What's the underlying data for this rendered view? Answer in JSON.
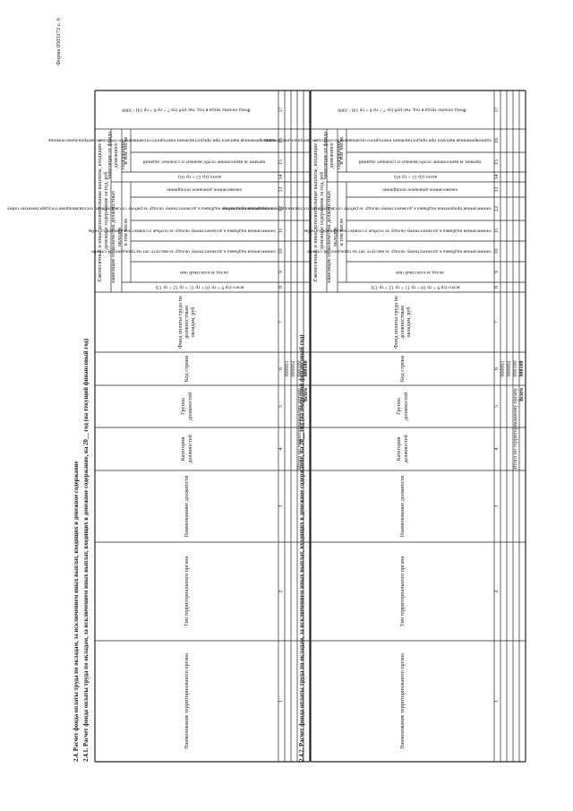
{
  "form_code": "Форма 0503172 с. 6",
  "section_title": "2.4. Расчет фонда оплаты труда по окладам, за исключением иных выплат, входящих в денежное содержание",
  "tables": [
    {
      "title": "2.4.1. Расчет фонда оплаты труда по окладам, за исключением иных выплат, входящих в денежное содержание, на 20__ год (на текущий финансовый год)",
      "headers": {
        "col1": "Наименование территориального органа",
        "col2": "Тип территориального органа",
        "col3": "Наименование должности",
        "col4": "Категория должностей",
        "col5": "Группа должностей",
        "col6": "Код строки",
        "col7": "Фонд оплаты труда по должностным окладам, руб",
        "group_main": "Ежемесячные и иные дополнительные выплаты, входящие в денежное содержание за год, руб",
        "group_sub_a": "зависящие от количества должностных окладов",
        "group_sub_a_total": "всего (гр 9 + гр 10 + гр 11 + гр 12 + гр 13)",
        "in_that_number": "в том числе",
        "col9": "оклад за классный чин",
        "col10": "ежемесячная надбавка к должностному окладу за выслугу лет на гражданской службе",
        "col11": "ежемесячная надбавка к должностному окладу за особые условия гражданской службы",
        "col12": "ежемесячная процентная надбавка к должностному окладу за работу со сведениями, составляющими государственную тайну",
        "col13": "ежемесячное денежное поощрение",
        "group_sub_b": "зависящие от фонда денежного содержания",
        "group_sub_b_total": "всего (гр 15 + гр 16)",
        "col15": "премии за выполнение особо важных и сложных заданий",
        "col16": "единовременная выплата при предоставлении ежегодного оплачиваемого отпуска и материальная помощь",
        "col17": "Фонд оплаты труда в год, тыс руб (гр 7 + гр 8 + гр 14) / 1000"
      },
      "col_numbers": [
        "1",
        "2",
        "3",
        "4",
        "5",
        "6",
        "7",
        "8",
        "9",
        "10",
        "11",
        "12",
        "13",
        "14",
        "15",
        "16",
        "17"
      ],
      "row_codes": [
        "000001",
        "000002"
      ],
      "subtotal_label": "Итого по территориальному органу",
      "subtotal_code": "000100",
      "total_label": "Всего",
      "total_code": "900100"
    },
    {
      "title": "2.4.2. Расчет фонда оплаты труда по окладам, за исключением иных выплат, входящих в денежное содержание, на 20__ год (на очередной финансовый год)",
      "headers": {
        "col1": "Наименование территориального органа",
        "col2": "Тип территориального органа",
        "col3": "Наименование должности",
        "col4": "Категория должностей",
        "col5": "Группа должностей",
        "col6": "Код строки",
        "col7": "Фонд оплаты труда по должностным окладам, руб",
        "group_main": "Ежемесячные и иные дополнительные выплаты, входящие в денежное содержание за год, руб",
        "group_sub_a": "зависящие от количества должностных окладов",
        "group_sub_a_total": "всего (гр 9 + гр 10 + гр 11 + гр 12 + гр 13)",
        "in_that_number": "в том числе",
        "col9": "оклад за классный чин",
        "col10": "ежемесячная надбавка к должностному окладу за выслугу лет на гражданской службе",
        "col11": "ежемесячная надбавка к должностному окладу за особые условия гражданской службы",
        "col12": "ежемесячная процентная надбавка к должностному окладу за работу со сведениями, составляющими государственную тайну",
        "col13": "ежемесячное денежное поощрение",
        "group_sub_b": "зависящие от фонда денежного содержания",
        "group_sub_b_total": "всего (гр 15 + гр 16)",
        "col15": "премии за выполнение особо важных и сложных заданий",
        "col16": "единовременная выплата при предоставлении ежегодного оплачиваемого отпуска и материальная помощь",
        "col17": "Фонд оплаты труда в год, тыс руб (гр 7 + гр 8 + гр 14) / 1000"
      },
      "col_numbers": [
        "1",
        "2",
        "3",
        "4",
        "5",
        "6",
        "7",
        "8",
        "9",
        "10",
        "11",
        "12",
        "13",
        "14",
        "15",
        "16",
        "17"
      ],
      "row_codes": [
        "000001",
        "000002"
      ],
      "subtotal_label": "Итого по территориальному органу",
      "subtotal_code": "000100",
      "total_label": "Всего",
      "total_code": "900100"
    }
  ]
}
